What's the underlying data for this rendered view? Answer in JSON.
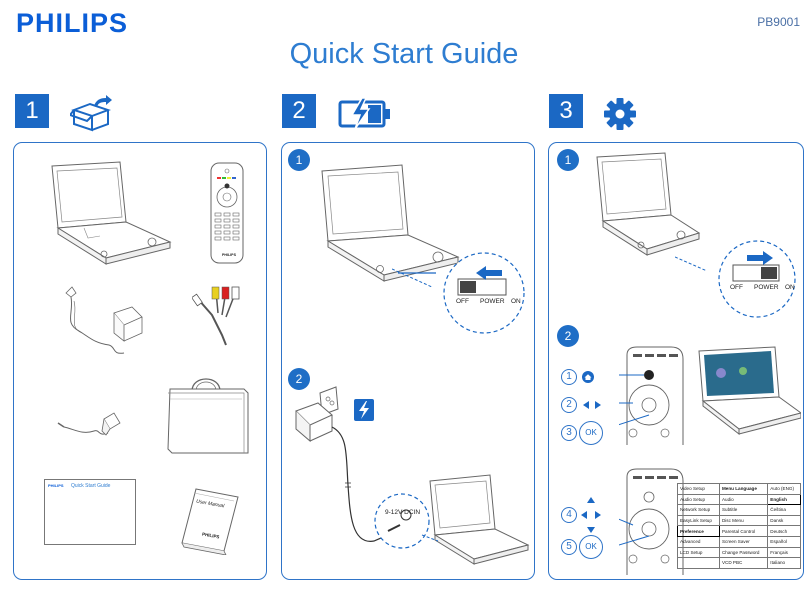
{
  "header": {
    "brand": "PHILIPS",
    "model": "PB9001",
    "title": "Quick Start Guide"
  },
  "steps": [
    {
      "number": "1",
      "icon": "box-unpack-icon"
    },
    {
      "number": "2",
      "icon": "battery-charge-icon"
    },
    {
      "number": "3",
      "icon": "gear-settings-icon"
    }
  ],
  "panel1": {
    "booklet_brand": "PHILIPS",
    "booklet_title": "Quick Start Guide",
    "manual_label": "User Manual",
    "manual_brand": "PHILIPS",
    "remote_brand": "PHILIPS"
  },
  "panel2": {
    "sub1": "1",
    "sub2": "2",
    "switch_off": "OFF",
    "switch_power": "POWER",
    "switch_on": "ON",
    "dcin_label": "9-12V DCIN"
  },
  "panel3": {
    "sub1": "1",
    "sub2": "2",
    "switch_off": "OFF",
    "switch_power": "POWER",
    "switch_on": "ON",
    "callouts": [
      "1",
      "2",
      "3",
      "4",
      "5"
    ],
    "ok_label": "OK",
    "ok_label_2": "OK",
    "menu": {
      "left_items": [
        "Video Setup",
        "Audio Setup",
        "Network Setup",
        "EasyLink Setup",
        "Preference",
        "Advanced",
        "LCD Setup"
      ],
      "mid_header": "Menu Language",
      "mid_items": [
        "Audio",
        "Subtitle",
        "Disc Menu",
        "Parental Control",
        "Screen Saver",
        "Change Password",
        "VCD PBC"
      ],
      "right_header": "Auto (ENG)",
      "right_items": [
        "English",
        "Čeština",
        "Dansk",
        "Deutsch",
        "Español",
        "Français",
        "Italiano"
      ]
    }
  },
  "colors": {
    "brand_blue": "#0b5ed7",
    "accent_blue": "#1b68c4",
    "outline_gray": "#555555"
  }
}
